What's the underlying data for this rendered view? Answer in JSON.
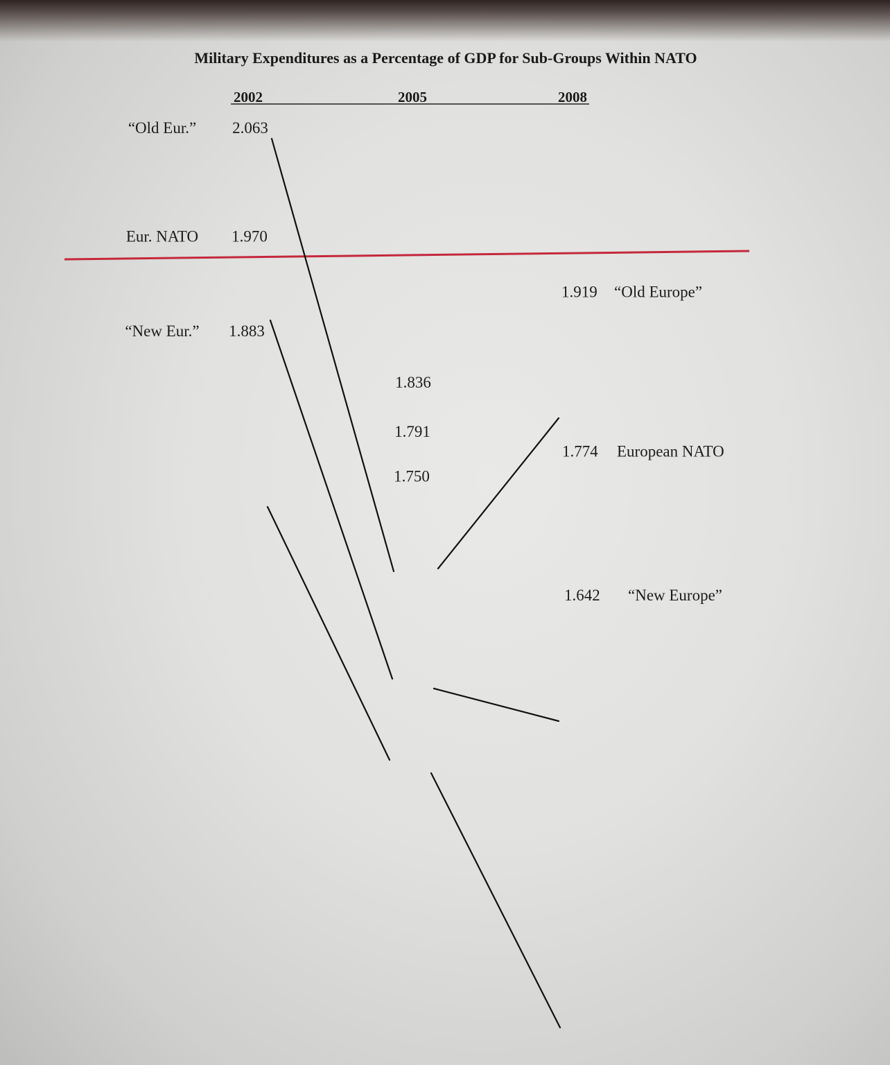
{
  "chart_data": {
    "type": "line",
    "title": "Military Expenditures as a Percentage of GDP for Sub-Groups Within NATO",
    "x": [
      "2002",
      "2005",
      "2008"
    ],
    "series": [
      {
        "name": "“Old Europe”",
        "start_label": "“Old Eur.”",
        "values": [
          2.063,
          1.836,
          1.919
        ],
        "value_labels": [
          "2.063",
          "1.836",
          "1.919"
        ]
      },
      {
        "name": "European NATO",
        "start_label": "Eur. NATO",
        "values": [
          1.97,
          1.791,
          1.774
        ],
        "value_labels": [
          "1.970",
          "1.791",
          "1.774"
        ]
      },
      {
        "name": "“New Europe”",
        "start_label": "“New Eur.”",
        "values": [
          1.883,
          1.75,
          1.642
        ],
        "value_labels": [
          "1.883",
          "1.750",
          "1.642"
        ]
      }
    ],
    "reference_line": {
      "value": 2.0,
      "color": "#c4283c"
    },
    "line_color": "#111111",
    "grid": false,
    "legend": "none"
  }
}
